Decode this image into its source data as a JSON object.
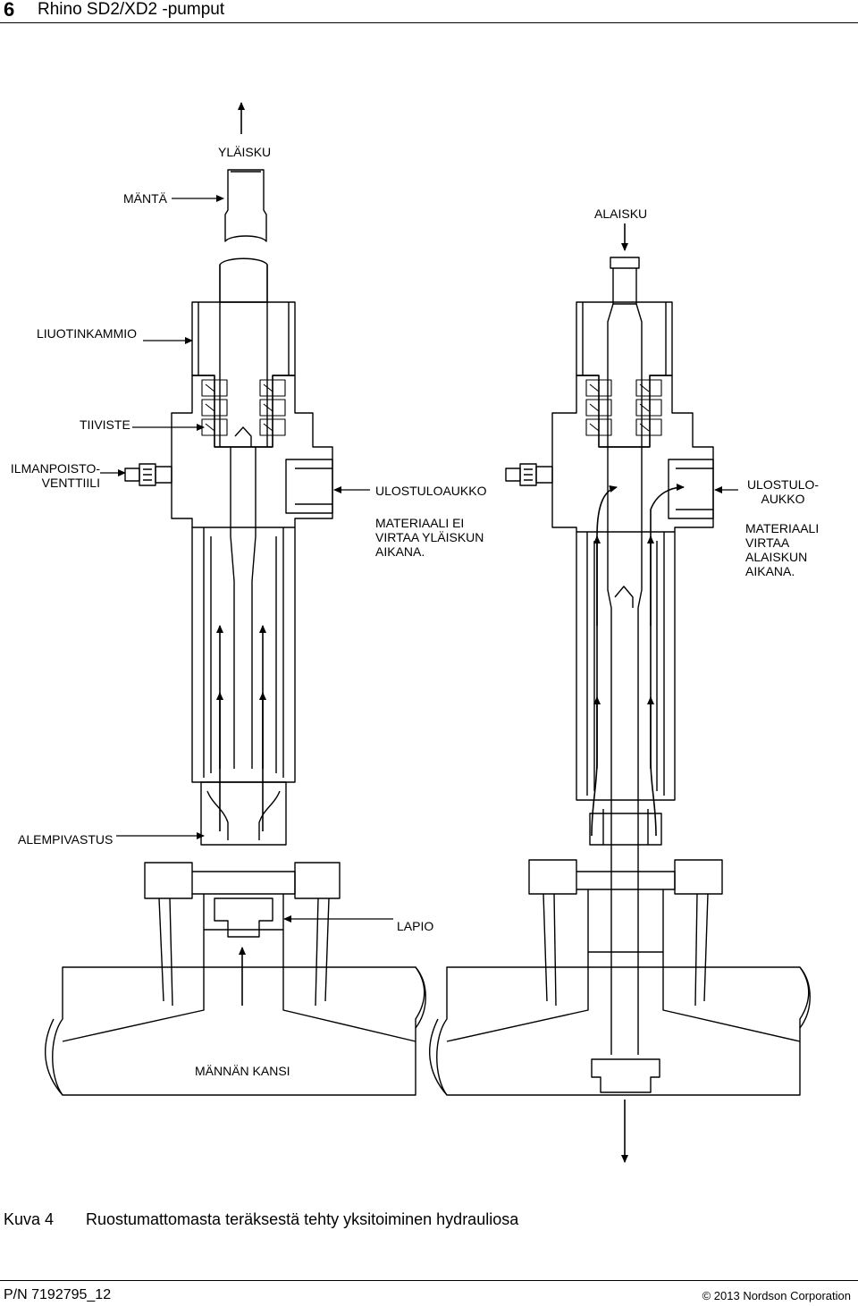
{
  "header": {
    "page_number": "6",
    "title": "Rhino SD2/XD2 -pumput"
  },
  "labels": {
    "upstroke": "YLÄISKU",
    "piston": "MÄNTÄ",
    "downstroke": "ALAISKU",
    "solvent_chamber": "LIUOTINKAMMIO",
    "seal": "TIIVISTE",
    "bleed_valve_1": "ILMANPOISTO-",
    "bleed_valve_2": "VENTTIILI",
    "outlet_left": "ULOSTULOAUKKO",
    "note_left_1": "MATERIAALI EI",
    "note_left_2": "VIRTAA YLÄISKUN",
    "note_left_3": "AIKANA.",
    "outlet_right_1": "ULOSTULO-",
    "outlet_right_2": "AUKKO",
    "note_right_1": "MATERIAALI",
    "note_right_2": "VIRTAA",
    "note_right_3": "ALAISKUN",
    "note_right_4": "AIKANA.",
    "lower_check": "ALEMPIVASTUS",
    "shovel": "LAPIO",
    "piston_cap": "MÄNNÄN KANSI"
  },
  "caption": {
    "number": "Kuva 4",
    "text": "Ruostumattomasta teräksestä tehty yksitoiminen hydrauliosa"
  },
  "footer": {
    "part_number": "P/N 7192795_12",
    "copyright": "© 2013 Nordson Corporation"
  }
}
